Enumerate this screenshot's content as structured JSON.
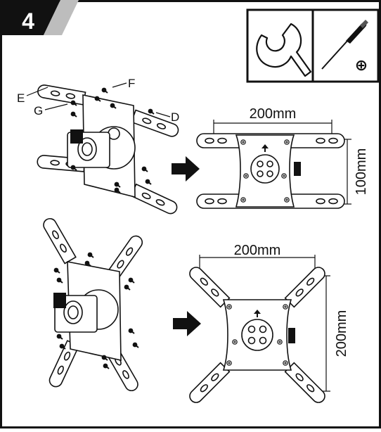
{
  "step": {
    "number": "4"
  },
  "tools": [
    {
      "name": "wrench-icon",
      "label": ""
    },
    {
      "name": "phillips-screwdriver-icon",
      "label": "⊕"
    }
  ],
  "part_labels": {
    "E": "E",
    "F": "F",
    "G": "G",
    "D": "D"
  },
  "top_diagram": {
    "width_label": "200mm",
    "height_label": "100mm"
  },
  "bottom_diagram": {
    "width_label": "200mm",
    "height_label": "200mm"
  },
  "colors": {
    "header_black": "#111111",
    "header_gray": "#bdbdbd",
    "line": "#111111",
    "background": "#ffffff"
  }
}
